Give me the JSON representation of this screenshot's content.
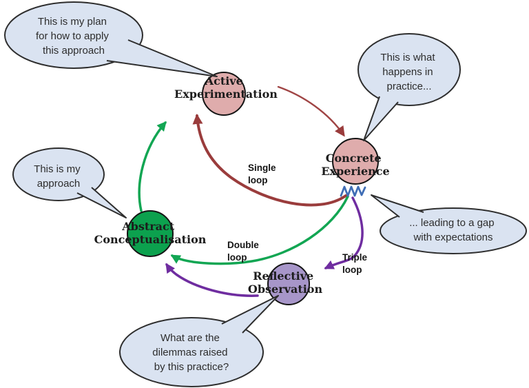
{
  "colors": {
    "background": "#ffffff",
    "bubble_fill": "#dae3f1",
    "bubble_stroke": "#2e2e2e",
    "node_pink": "#dfacac",
    "node_green": "#0ca14e",
    "node_purple": "#a796c9",
    "arrow_brown": "#a04545",
    "arrow_brown_thick": "#9a3c3c",
    "arrow_green": "#12a653",
    "arrow_purple": "#6f2da0",
    "zigzag_blue": "#3f6db5",
    "text_dark": "#2d2d2d"
  },
  "bubbles": {
    "plan": {
      "lines": [
        "This is my plan",
        "for how to apply",
        "this approach"
      ]
    },
    "practice": {
      "lines": [
        "This is what",
        "happens in",
        "practice..."
      ]
    },
    "approach": {
      "lines": [
        "This is my",
        "approach"
      ]
    },
    "gap": {
      "lines": [
        "... leading to a gap",
        "with expectations"
      ]
    },
    "dilemmas": {
      "lines": [
        "What are the",
        "dilemmas raised",
        "by this practice?"
      ]
    }
  },
  "nodes": {
    "active_experimentation": {
      "label_lines": [
        "Active",
        "Experimentation"
      ],
      "color": "#dfacac"
    },
    "concrete_experience": {
      "label_lines": [
        "Concrete",
        "Experience"
      ],
      "color": "#dfacac"
    },
    "abstract_conceptualisation": {
      "label_lines": [
        "Abstract",
        "Conceptualisation"
      ],
      "color": "#0ca14e"
    },
    "reflective_observation": {
      "label_lines": [
        "Reflective",
        "Observation"
      ],
      "color": "#a796c9"
    }
  },
  "loop_labels": {
    "single": {
      "lines": [
        "Single",
        "loop"
      ]
    },
    "double": {
      "lines": [
        "Double",
        "loop"
      ]
    },
    "triple": {
      "lines": [
        "Triple",
        "loop"
      ]
    }
  }
}
